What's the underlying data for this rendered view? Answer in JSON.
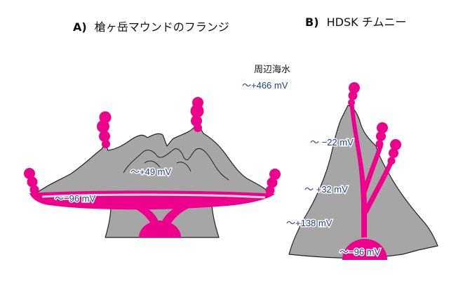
{
  "colors": {
    "rock": "#a6a6a6",
    "rock_outline": "#222222",
    "fluid": "#ec008c",
    "potential_text": "#1f3a93",
    "title_text": "#111111"
  },
  "panel_a": {
    "letter": "A)",
    "title": "槍ヶ岳マウンドのフランジ",
    "potentials": {
      "top": "～+49 mV",
      "bottom": "～−96 mV"
    }
  },
  "panel_b": {
    "letter": "B)",
    "title": "HDSK チムニー",
    "potentials": {
      "upper": "～ −22 mV",
      "middle": "～ +32 mV",
      "lower": "～+138 mV",
      "base": "～−96 mV"
    }
  },
  "seawater": {
    "label": "周辺海水",
    "potential": "～+466 mV"
  }
}
